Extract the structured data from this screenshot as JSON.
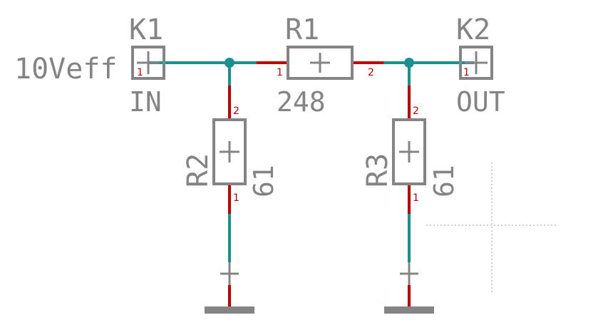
{
  "source": {
    "label": "10Veff"
  },
  "connectors": [
    {
      "ref": "K1",
      "net": "IN",
      "pin": "1"
    },
    {
      "ref": "K2",
      "net": "OUT",
      "pin": "1"
    }
  ],
  "resistors": [
    {
      "ref": "R1",
      "value": "248",
      "pin1": "1",
      "pin2": "2"
    },
    {
      "ref": "R2",
      "value": "61",
      "pin1": "1",
      "pin2": "2"
    },
    {
      "ref": "R3",
      "value": "61",
      "pin1": "1",
      "pin2": "2"
    }
  ]
}
